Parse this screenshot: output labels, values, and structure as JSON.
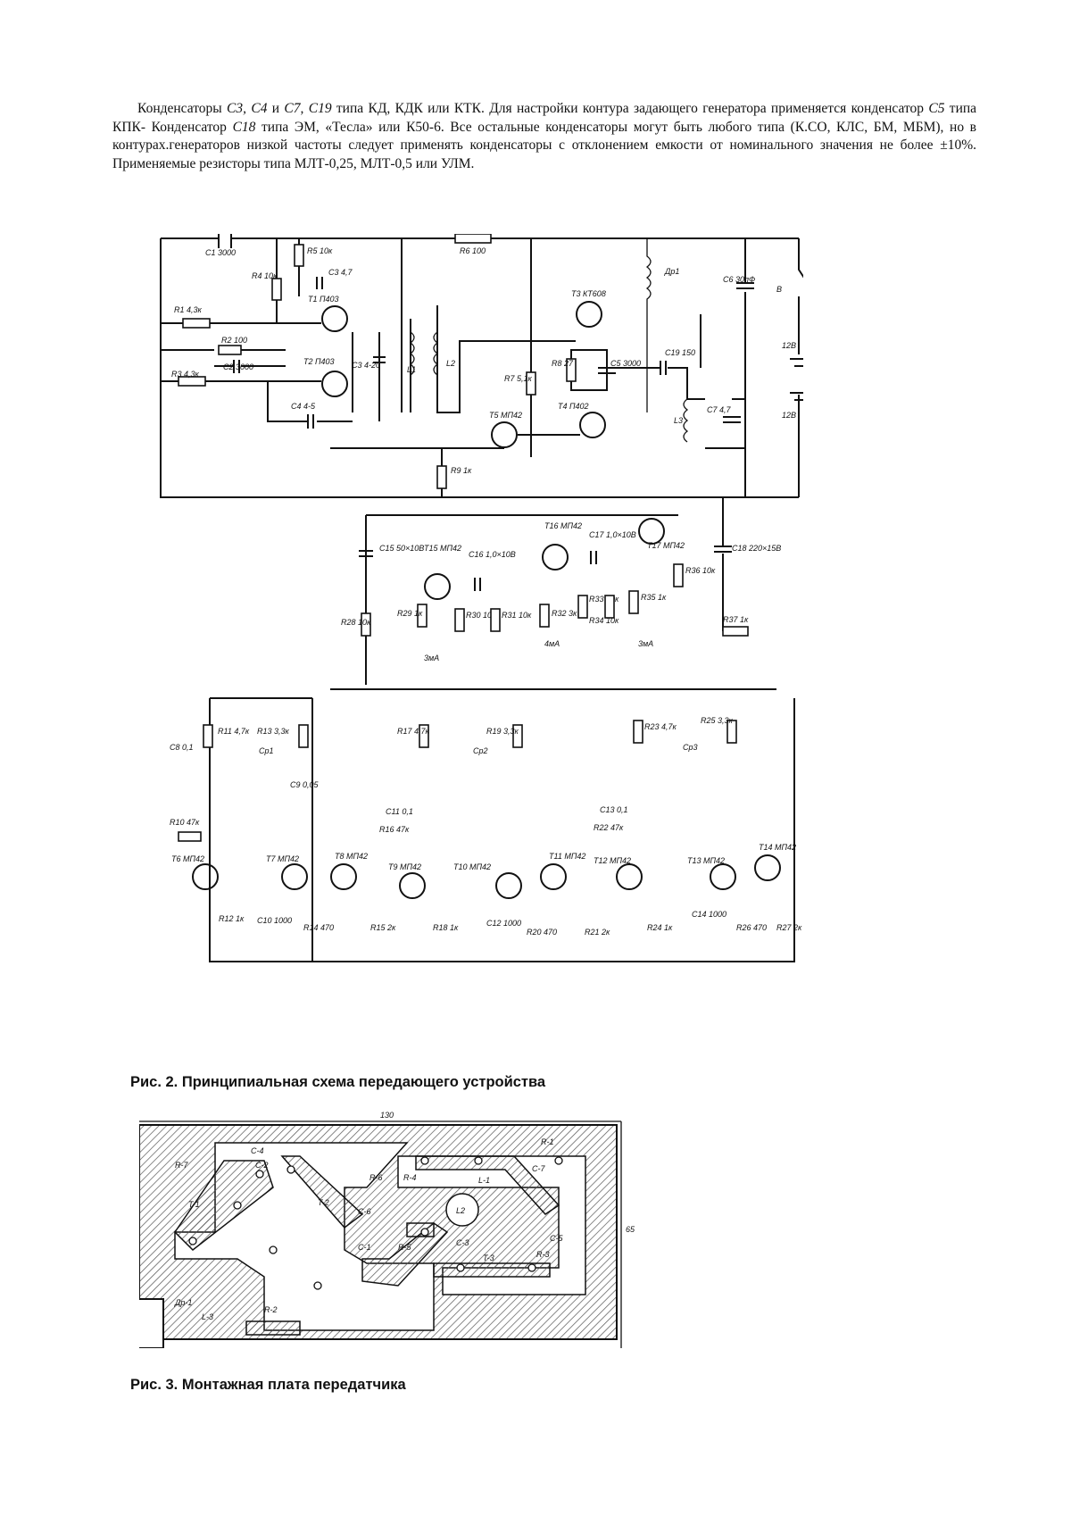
{
  "document": {
    "paragraph": {
      "t1": "Конденсаторы ",
      "c3": "C3,",
      "t2": " ",
      "c4": "C4",
      "t3": " и ",
      "c7": "C7,",
      "t4": " ",
      "c19": "C19",
      "t5": " типа КД, КДК или КТК. Для настройки контура задающего генератора применяется конденсатор ",
      "c5": "C5",
      "t6": " типа КПК- Конденсатор ",
      "c18": "C18",
      "t7": " типа ЭМ, «Тесла» или К50-6. Все остальные конденсаторы могут быть любого типа (К.СО, КЛС, БМ, МБМ), но в контурах.генераторов низкой частоты следует применять конденсаторы с отклонением емкости от номинального значения не более ±10%. Применяемые резисторы типа МЛТ-0,25, МЛТ-0,5 или УЛМ."
    },
    "figure2": {
      "caption": "Рис. 2. Принципиальная схема передающего устройства",
      "labels": {
        "c1": "C1 3000",
        "r4": "R4 10к",
        "r5": "R5 10к",
        "c3_4": "C3 4,7",
        "t1": "T1 П403",
        "r1": "R1 4,3к",
        "r2": "R2 100",
        "c2": "C2 3000",
        "t2": "T2 П403",
        "c3": "C3 4-20",
        "r3": "R3 4,3к",
        "c4": "C4 4-5",
        "l1": "L1",
        "l2": "L2",
        "r6": "R6 100",
        "t3": "T3 КТ608",
        "r7": "R7 5,1к",
        "r8": "R8 27",
        "c5": "C5 3000",
        "t4": "T4 П402",
        "t5": "T5 МП42",
        "r9": "R9 1к",
        "dr1": "Др1",
        "c6": "C6 30пФ",
        "c19": "C19 150",
        "l3": "L3",
        "c7": "C7 4,7",
        "v": "В",
        "b1": "12В",
        "b2": "12В",
        "c15": "C15 50×10В",
        "t15": "T15 МП42",
        "c16": "C16 1,0×10В",
        "t16": "T16 МП42",
        "c17": "C17 1,0×10В",
        "t17": "T17 МП42",
        "c18": "C18 220×15В",
        "r28": "R28 10к",
        "r29": "R29 1к",
        "r30": "R30 10к",
        "r31": "R31 10к",
        "r32": "R32 3к",
        "r33": "R33 10к",
        "r34": "R34 10к",
        "r35": "R35 1к",
        "r36": "R36 10к",
        "r37": "R37 1к",
        "ma1": "3мА",
        "ma2": "4мА",
        "ma3": "3мА",
        "r11": "R11 4,7к",
        "r13": "R13 3,3к",
        "cp1": "Ср1",
        "c8": "C8 0,1",
        "r10": "R10 47к",
        "t6": "T6 МП42",
        "t7": "T7 МП42",
        "t8": "T8 МП42",
        "c9": "C9 0,05",
        "c10": "C10 1000",
        "r12": "R12 1к",
        "r14": "R14 470",
        "r15": "R15 2к",
        "r17": "R17 4,7к",
        "r19": "R19 3,3к",
        "cp2": "Ср2",
        "c11": "C11 0,1",
        "r16": "R16 47к",
        "t9": "T9 МП42",
        "t10": "T10 МП42",
        "t11": "T11 МП42",
        "c12": "C12 1000",
        "r18": "R18 1к",
        "r20": "R20 470",
        "r21": "R21 2к",
        "r23": "R23 4,7к",
        "r25": "R25 3,3к",
        "cp3": "Ср3",
        "c13": "C13 0,1",
        "r22": "R22 47к",
        "t12": "T12 МП42",
        "t13": "T13 МП42",
        "t14": "T14 МП42",
        "c14": "C14 1000",
        "r24": "R24 1к",
        "r26": "R26 470",
        "r27": "R27 2к"
      }
    },
    "figure3": {
      "caption": "Рис. 3. Монтажная плата передатчика",
      "labels": {
        "width": "130",
        "height": "65",
        "r1": "R-1",
        "r2": "R-2",
        "r3": "R-3",
        "r4": "R-4",
        "r5": "R-5",
        "r6": "R-6",
        "r7": "R-7",
        "c1": "C-1",
        "c2": "C-2",
        "c3": "C-3",
        "c4": "C-4",
        "c5": "C-5",
        "c6": "C-6",
        "c7": "C-7",
        "l1": "L-1",
        "l2": "L2",
        "l3": "L-3",
        "t1": "T-1",
        "t2": "T-2",
        "t3": "T-3",
        "dr1": "Др-1"
      }
    }
  },
  "colors": {
    "ink": "#111111",
    "paper": "#ffffff",
    "hatch": "#555555"
  }
}
